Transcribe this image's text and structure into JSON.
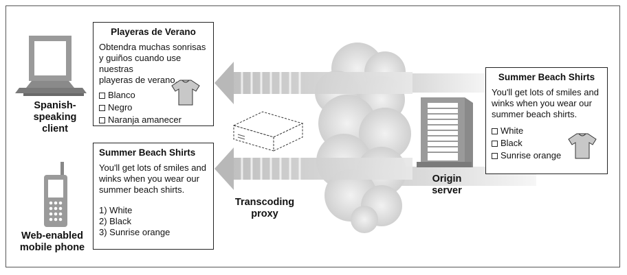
{
  "panels": {
    "spanish": {
      "title": "Playeras de Verano",
      "body": [
        "Obtendra muchas sonrisas",
        "y guiños cuando use nuestras",
        "playeras de verano."
      ],
      "options": [
        "Blanco",
        "Negro",
        "Naranja amanecer"
      ]
    },
    "mobile": {
      "title": "Summer Beach Shirts",
      "body": [
        "You'll get lots of smiles and",
        "winks when you wear our",
        "summer beach shirts."
      ],
      "options": [
        "1) White",
        "2) Black",
        "3) Sunrise orange"
      ]
    },
    "origin": {
      "title": "Summer Beach Shirts",
      "body": [
        "You'll get lots of smiles and",
        "winks when you wear our",
        "summer beach shirts."
      ],
      "options": [
        "White",
        "Black",
        "Sunrise orange"
      ]
    }
  },
  "labels": {
    "spanish_client": [
      "Spanish-",
      "speaking",
      "client"
    ],
    "mobile_phone": [
      "Web-enabled",
      "mobile phone"
    ],
    "proxy": [
      "Transcoding",
      "proxy"
    ],
    "origin_server": [
      "Origin",
      "server"
    ]
  },
  "colors": {
    "arrow": "#c4c4c4",
    "cloud": "#d9d9d9",
    "device": "#9a9a9a",
    "shirt": "#c8c8c8",
    "border": "#222222"
  },
  "icons": [
    "desktop-computer-icon",
    "mobile-phone-icon",
    "server-tower-icon",
    "proxy-box-icon",
    "t-shirt-icon",
    "cloud-icon"
  ]
}
